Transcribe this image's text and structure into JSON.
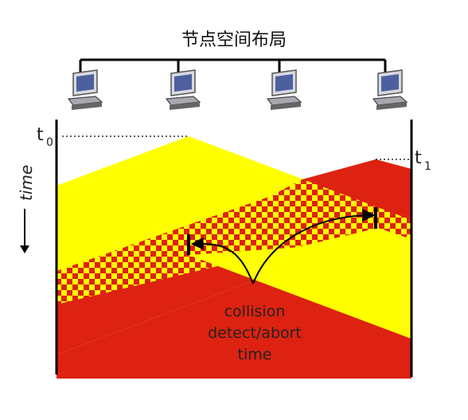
{
  "title": "节点空间布局",
  "axis": {
    "time_label": "time",
    "t0_base": "t",
    "t0_sub": "0",
    "t1_base": "t",
    "t1_sub": "1"
  },
  "annotation": {
    "line1": "collision",
    "line2": "detect/abort",
    "line3": "time"
  },
  "colors": {
    "yellow": "#ffff00",
    "red": "#dd2211",
    "bus": "#000000",
    "text": "#222222"
  },
  "icons": [
    "computer-icon",
    "computer-icon",
    "computer-icon",
    "computer-icon"
  ]
}
